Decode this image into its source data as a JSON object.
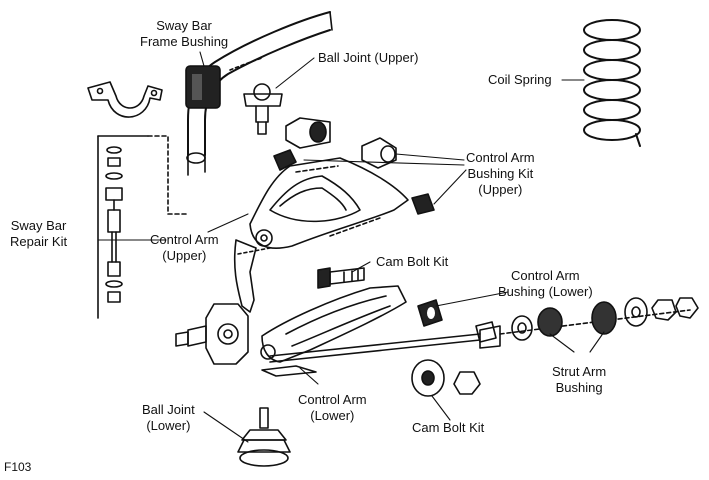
{
  "figure_id": "F103",
  "labels": {
    "sway_bar_frame_bushing": [
      "Sway Bar",
      "Frame Bushing"
    ],
    "ball_joint_upper": [
      "Ball Joint (Upper)"
    ],
    "coil_spring": [
      "Coil Spring"
    ],
    "control_arm_bushing_kit_upper": [
      "Control Arm",
      "Bushing Kit",
      "(Upper)"
    ],
    "sway_bar_repair_kit": [
      "Sway Bar",
      "Repair Kit"
    ],
    "control_arm_upper": [
      "Control Arm",
      "(Upper)"
    ],
    "cam_bolt_kit_upper": [
      "Cam Bolt Kit"
    ],
    "control_arm_bushing_lower": [
      "Control Arm",
      "Bushing (Lower)"
    ],
    "strut_arm_bushing": [
      "Strut Arm",
      "Bushing"
    ],
    "control_arm_lower": [
      "Control Arm",
      "(Lower)"
    ],
    "ball_joint_lower": [
      "Ball Joint",
      "(Lower)"
    ],
    "cam_bolt_kit_lower": [
      "Cam Bolt Kit"
    ]
  }
}
